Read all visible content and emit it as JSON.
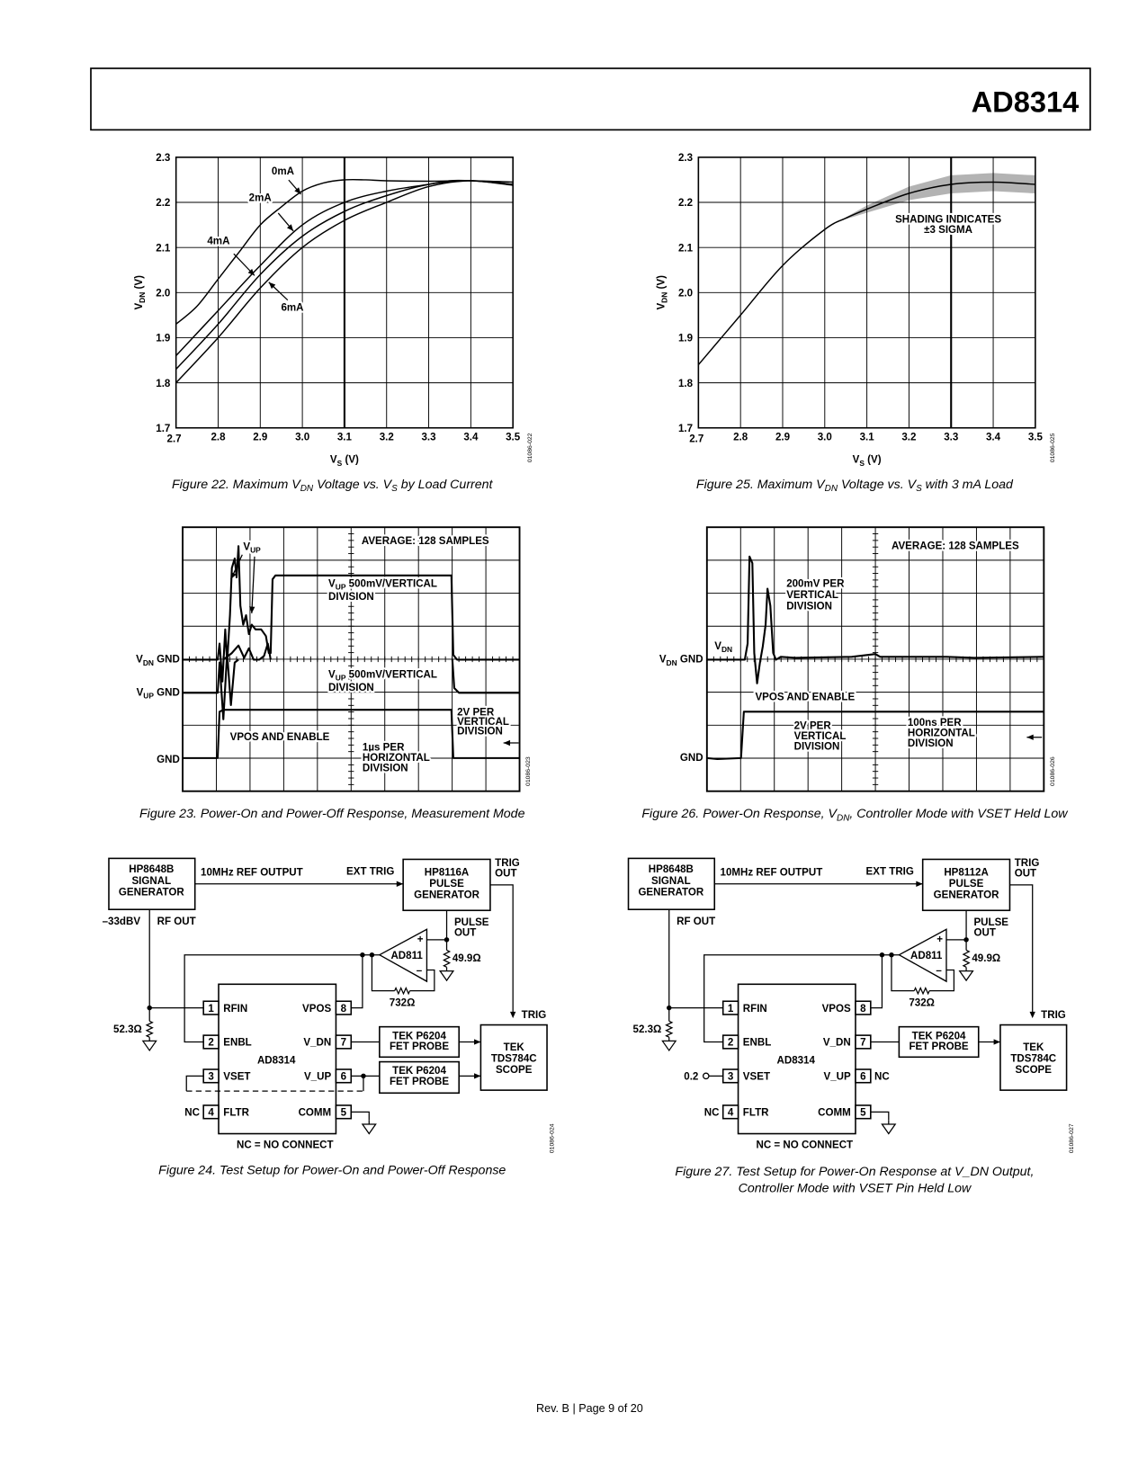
{
  "header": {
    "title": "AD8314"
  },
  "footer": {
    "text": "Rev. B | Page 9 of 20"
  },
  "figures": {
    "fig22": {
      "caption": [
        {
          "t": "Figure 22. Maximum V"
        },
        {
          "t": "DN",
          "sub": true
        },
        {
          "t": " Voltage vs. V"
        },
        {
          "t": "S",
          "sub": true
        },
        {
          "t": " by Load Current"
        }
      ],
      "code": "01086-022",
      "labels": {
        "l0": "0mA",
        "l2": "2mA",
        "l4": "4mA",
        "l6": "6mA"
      }
    },
    "fig25": {
      "caption": [
        {
          "t": "Figure 25. Maximum V"
        },
        {
          "t": "DN",
          "sub": true
        },
        {
          "t": " Voltage vs. V"
        },
        {
          "t": "S",
          "sub": true
        },
        {
          "t": " with 3 mA Load"
        }
      ],
      "code": "01086-025",
      "shading_note": [
        "SHADING INDICATES",
        "±3 SIGMA"
      ]
    },
    "fig23": {
      "caption": [
        {
          "t": "Figure 23. Power-On and Power-Off Response, Measurement Mode"
        }
      ],
      "code": "01086-023",
      "average": "AVERAGE: 128 SAMPLES",
      "vup": {
        "base": "V",
        "sub": "UP"
      },
      "vup_scale_1": {
        "base": "V",
        "sub": "UP",
        "tail": " 500mV/VERTICAL",
        "line2": "DIVISION"
      },
      "vup_scale_2": {
        "base": "V",
        "sub": "UP",
        "tail": " 500mV/VERTICAL",
        "line2": "DIVISION"
      },
      "vpos": "VPOS AND ENABLE",
      "vscale": [
        "2V PER",
        "VERTICAL",
        "DIVISION"
      ],
      "hscale": [
        "1µs PER",
        "HORIZONTAL",
        "DIVISION"
      ],
      "gnd_vdn": {
        "base": "V",
        "sub": "DN",
        "tail": " GND"
      },
      "gnd_vup": {
        "base": "V",
        "sub": "UP",
        "tail": " GND"
      },
      "gnd": "GND"
    },
    "fig26": {
      "caption": [
        {
          "t": "Figure 26. Power-On Response, V"
        },
        {
          "t": "DN",
          "sub": true
        },
        {
          "t": ", Controller Mode with VSET Held Low"
        }
      ],
      "code": "01086-026",
      "average": "AVERAGE: 128 SAMPLES",
      "vdn_scale": [
        "200mV PER",
        "VERTICAL",
        "DIVISION"
      ],
      "vdn": {
        "base": "V",
        "sub": "DN"
      },
      "vpos": "VPOS AND ENABLE",
      "vscale": [
        "2V PER",
        "VERTICAL",
        "DIVISION"
      ],
      "hscale": [
        "100ns PER",
        "HORIZONTAL",
        "DIVISION"
      ],
      "gnd_vdn": {
        "base": "V",
        "sub": "DN",
        "tail": " GND"
      },
      "gnd": "GND"
    },
    "fig24": {
      "caption": [
        {
          "t": "Figure 24. Test Setup for Power-On and Power-Off Response"
        }
      ],
      "code": "01086-024",
      "sig_gen": [
        "HP8648B",
        "SIGNAL",
        "GENERATOR"
      ],
      "ref_output": "10MHz REF OUTPUT",
      "ext_trig": "EXT TRIG",
      "pulse_gen": [
        "HP8116A",
        "PULSE",
        "GENERATOR"
      ],
      "trig_out": [
        "TRIG",
        "OUT"
      ],
      "level": "–33dBV",
      "rf_out": "RF OUT",
      "pulse_out": [
        "PULSE",
        "OUT"
      ],
      "r_load": "49.9Ω",
      "opamp": "AD811",
      "plus": "+",
      "minus": "–",
      "r_fb": "732Ω",
      "r_term": "52.3Ω",
      "trig": "TRIG",
      "chip": "AD8314",
      "left_pins": [
        {
          "num": "1",
          "name": "RFIN"
        },
        {
          "num": "2",
          "name": "ENBL"
        },
        {
          "num": "3",
          "name": "VSET"
        },
        {
          "num": "4",
          "name": "FLTR"
        }
      ],
      "right_pins": [
        {
          "num": "8",
          "name": "VPOS"
        },
        {
          "num": "7",
          "name": "V_DN"
        },
        {
          "num": "6",
          "name": "V_UP"
        },
        {
          "num": "5",
          "name": "COMM"
        }
      ],
      "probes": [
        [
          "TEK P6204",
          "FET PROBE"
        ],
        [
          "TEK P6204",
          "FET PROBE"
        ]
      ],
      "scope": [
        "TEK",
        "TDS784C",
        "SCOPE"
      ],
      "nc": "NC",
      "nc_note": "NC = NO CONNECT"
    },
    "fig27": {
      "caption": [
        {
          "t": "Figure 27. Test Setup for Power-On Response at V_DN Output,"
        }
      ],
      "caption2": [
        {
          "t": "Controller Mode with VSET Pin Held Low"
        }
      ],
      "code": "01086-027",
      "sig_gen": [
        "HP8648B",
        "SIGNAL",
        "GENERATOR"
      ],
      "ref_output": "10MHz REF OUTPUT",
      "ext_trig": "EXT TRIG",
      "pulse_gen": [
        "HP8112A",
        "PULSE",
        "GENERATOR"
      ],
      "trig_out": [
        "TRIG",
        "OUT"
      ],
      "rf_out": "RF OUT",
      "pulse_out": [
        "PULSE",
        "OUT"
      ],
      "r_load": "49.9Ω",
      "opamp": "AD811",
      "plus": "+",
      "minus": "–",
      "r_fb": "732Ω",
      "r_term": "52.3Ω",
      "trig": "TRIG",
      "chip": "AD8314",
      "left_pins": [
        {
          "num": "1",
          "name": "RFIN"
        },
        {
          "num": "2",
          "name": "ENBL"
        },
        {
          "num": "3",
          "name": "VSET"
        },
        {
          "num": "4",
          "name": "FLTR"
        }
      ],
      "right_pins": [
        {
          "num": "8",
          "name": "VPOS"
        },
        {
          "num": "7",
          "name": "V_DN"
        },
        {
          "num": "6",
          "name": "V_UP"
        },
        {
          "num": "5",
          "name": "COMM"
        }
      ],
      "probes": [
        [
          "TEK P6204",
          "FET PROBE"
        ]
      ],
      "scope": [
        "TEK",
        "TDS784C",
        "SCOPE"
      ],
      "vset_value": "0.2",
      "nc": "NC",
      "nc6": "NC",
      "nc_note": "NC = NO CONNECT"
    }
  },
  "chart_data": [
    {
      "type": "line",
      "title": "",
      "xlabel": {
        "base": "V",
        "sub": "S",
        "tail": " (V)"
      },
      "ylabel": {
        "base": "V",
        "sub": "DN",
        "tail": " (V)"
      },
      "xlim": [
        2.7,
        3.5
      ],
      "ylim": [
        1.7,
        2.3
      ],
      "grid": true,
      "xticks": [
        "2.7",
        "2.8",
        "2.9",
        "3.0",
        "3.1",
        "3.2",
        "3.3",
        "3.4",
        "3.5"
      ],
      "yticks": [
        "1.7",
        "1.8",
        "1.9",
        "2.0",
        "2.1",
        "2.2",
        "2.3"
      ],
      "series": [
        {
          "name": "0mA",
          "x": [
            2.7,
            2.75,
            2.8,
            2.85,
            2.9,
            2.95,
            3.0,
            3.05,
            3.1,
            3.15,
            3.2,
            3.3,
            3.4,
            3.5
          ],
          "y": [
            1.93,
            1.97,
            2.03,
            2.09,
            2.15,
            2.19,
            2.225,
            2.243,
            2.25,
            2.25,
            2.248,
            2.247,
            2.248,
            2.245
          ]
        },
        {
          "name": "2mA",
          "x": [
            2.7,
            2.8,
            2.9,
            3.0,
            3.1,
            3.2,
            3.3,
            3.35,
            3.4,
            3.5
          ],
          "y": [
            1.86,
            1.96,
            2.06,
            2.15,
            2.2,
            2.225,
            2.24,
            2.248,
            2.248,
            2.24
          ]
        },
        {
          "name": "4mA",
          "x": [
            2.7,
            2.8,
            2.9,
            3.0,
            3.1,
            3.2,
            3.3,
            3.4,
            3.5
          ],
          "y": [
            1.83,
            1.93,
            2.04,
            2.125,
            2.18,
            2.215,
            2.24,
            2.248,
            2.238
          ]
        },
        {
          "name": "6mA",
          "x": [
            2.7,
            2.8,
            2.9,
            3.0,
            3.1,
            3.2,
            3.3,
            3.4,
            3.5
          ],
          "y": [
            1.8,
            1.9,
            2.01,
            2.1,
            2.16,
            2.2,
            2.235,
            2.248,
            2.24
          ]
        }
      ]
    },
    {
      "type": "line",
      "title": "",
      "xlabel": {
        "base": "V",
        "sub": "S",
        "tail": " (V)"
      },
      "ylabel": {
        "base": "V",
        "sub": "DN",
        "tail": " (V)"
      },
      "xlim": [
        2.7,
        3.5
      ],
      "ylim": [
        1.7,
        2.3
      ],
      "grid": true,
      "xticks": [
        "2.7",
        "2.8",
        "2.9",
        "3.0",
        "3.1",
        "3.2",
        "3.3",
        "3.4",
        "3.5"
      ],
      "yticks": [
        "1.7",
        "1.8",
        "1.9",
        "2.0",
        "2.1",
        "2.2",
        "2.3"
      ],
      "series": [
        {
          "name": "3mA",
          "x": [
            2.7,
            2.8,
            2.9,
            3.0,
            3.05,
            3.1,
            3.2,
            3.3,
            3.4,
            3.5
          ],
          "y": [
            1.84,
            1.95,
            2.06,
            2.14,
            2.165,
            2.185,
            2.22,
            2.24,
            2.245,
            2.24
          ]
        }
      ],
      "band": {
        "name": "±3 sigma",
        "x": [
          3.05,
          3.1,
          3.2,
          3.3,
          3.4,
          3.5
        ],
        "half_width": [
          0.002,
          0.008,
          0.015,
          0.02,
          0.02,
          0.02
        ]
      }
    }
  ]
}
